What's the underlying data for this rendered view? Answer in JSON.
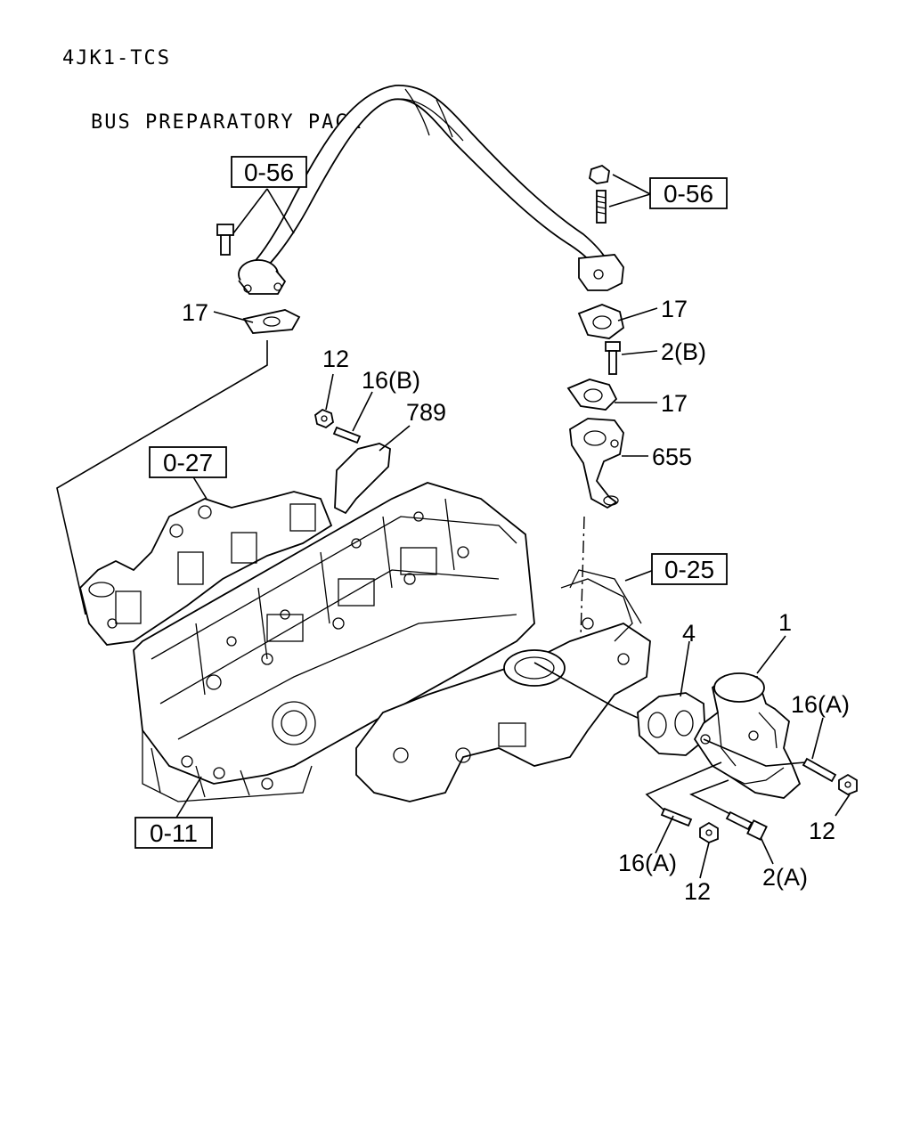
{
  "header": {
    "line1": "4JK1-TCS",
    "line2": "BUS PREPARATORY PACK"
  },
  "ref_boxes": [
    {
      "id": "ref-056-left",
      "text": "0-56"
    },
    {
      "id": "ref-056-right",
      "text": "0-56"
    },
    {
      "id": "ref-027",
      "text": "0-27"
    },
    {
      "id": "ref-025",
      "text": "0-25"
    },
    {
      "id": "ref-011",
      "text": "0-11"
    }
  ],
  "labels": [
    {
      "id": "lbl-17-left",
      "text": "17"
    },
    {
      "id": "lbl-17-right-top",
      "text": "17"
    },
    {
      "id": "lbl-2b",
      "text": "2(B)"
    },
    {
      "id": "lbl-17-right-mid",
      "text": "17"
    },
    {
      "id": "lbl-655",
      "text": "655"
    },
    {
      "id": "lbl-12-top",
      "text": "12"
    },
    {
      "id": "lbl-16b",
      "text": "16(B)"
    },
    {
      "id": "lbl-789",
      "text": "789"
    },
    {
      "id": "lbl-1",
      "text": "1"
    },
    {
      "id": "lbl-4",
      "text": "4"
    },
    {
      "id": "lbl-16a-right",
      "text": "16(A)"
    },
    {
      "id": "lbl-12-right",
      "text": "12"
    },
    {
      "id": "lbl-16a-bottom",
      "text": "16(A)"
    },
    {
      "id": "lbl-12-bottom",
      "text": "12"
    },
    {
      "id": "lbl-2a",
      "text": "2(A)"
    }
  ]
}
